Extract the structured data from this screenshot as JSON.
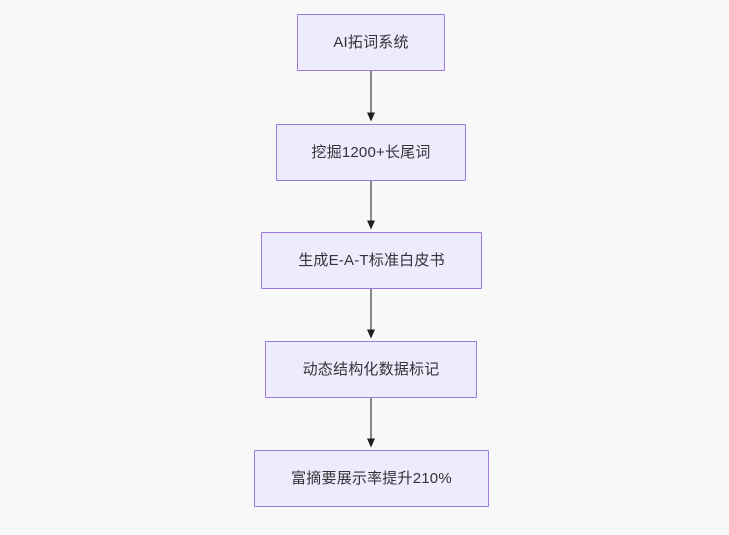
{
  "diagram": {
    "type": "flowchart",
    "direction": "top-to-bottom",
    "background_color": "#f8f8f8",
    "node_fill_color": "#ececfd",
    "node_border_color": "#9e79e0",
    "node_text_color": "#333338",
    "edge_line_color": "#888888",
    "edge_arrow_color": "#1f1f1f",
    "nodes": [
      {
        "id": "n0",
        "label": "AI拓词系统"
      },
      {
        "id": "n1",
        "label": "挖掘1200+长尾词"
      },
      {
        "id": "n2",
        "label": "生成E-A-T标准白皮书"
      },
      {
        "id": "n3",
        "label": "动态结构化数据标记"
      },
      {
        "id": "n4",
        "label": "富摘要展示率提升210%"
      }
    ],
    "edges": [
      {
        "from": "n0",
        "to": "n1",
        "label": ""
      },
      {
        "from": "n1",
        "to": "n2",
        "label": ""
      },
      {
        "from": "n2",
        "to": "n3",
        "label": ""
      },
      {
        "from": "n3",
        "to": "n4",
        "label": ""
      }
    ]
  }
}
